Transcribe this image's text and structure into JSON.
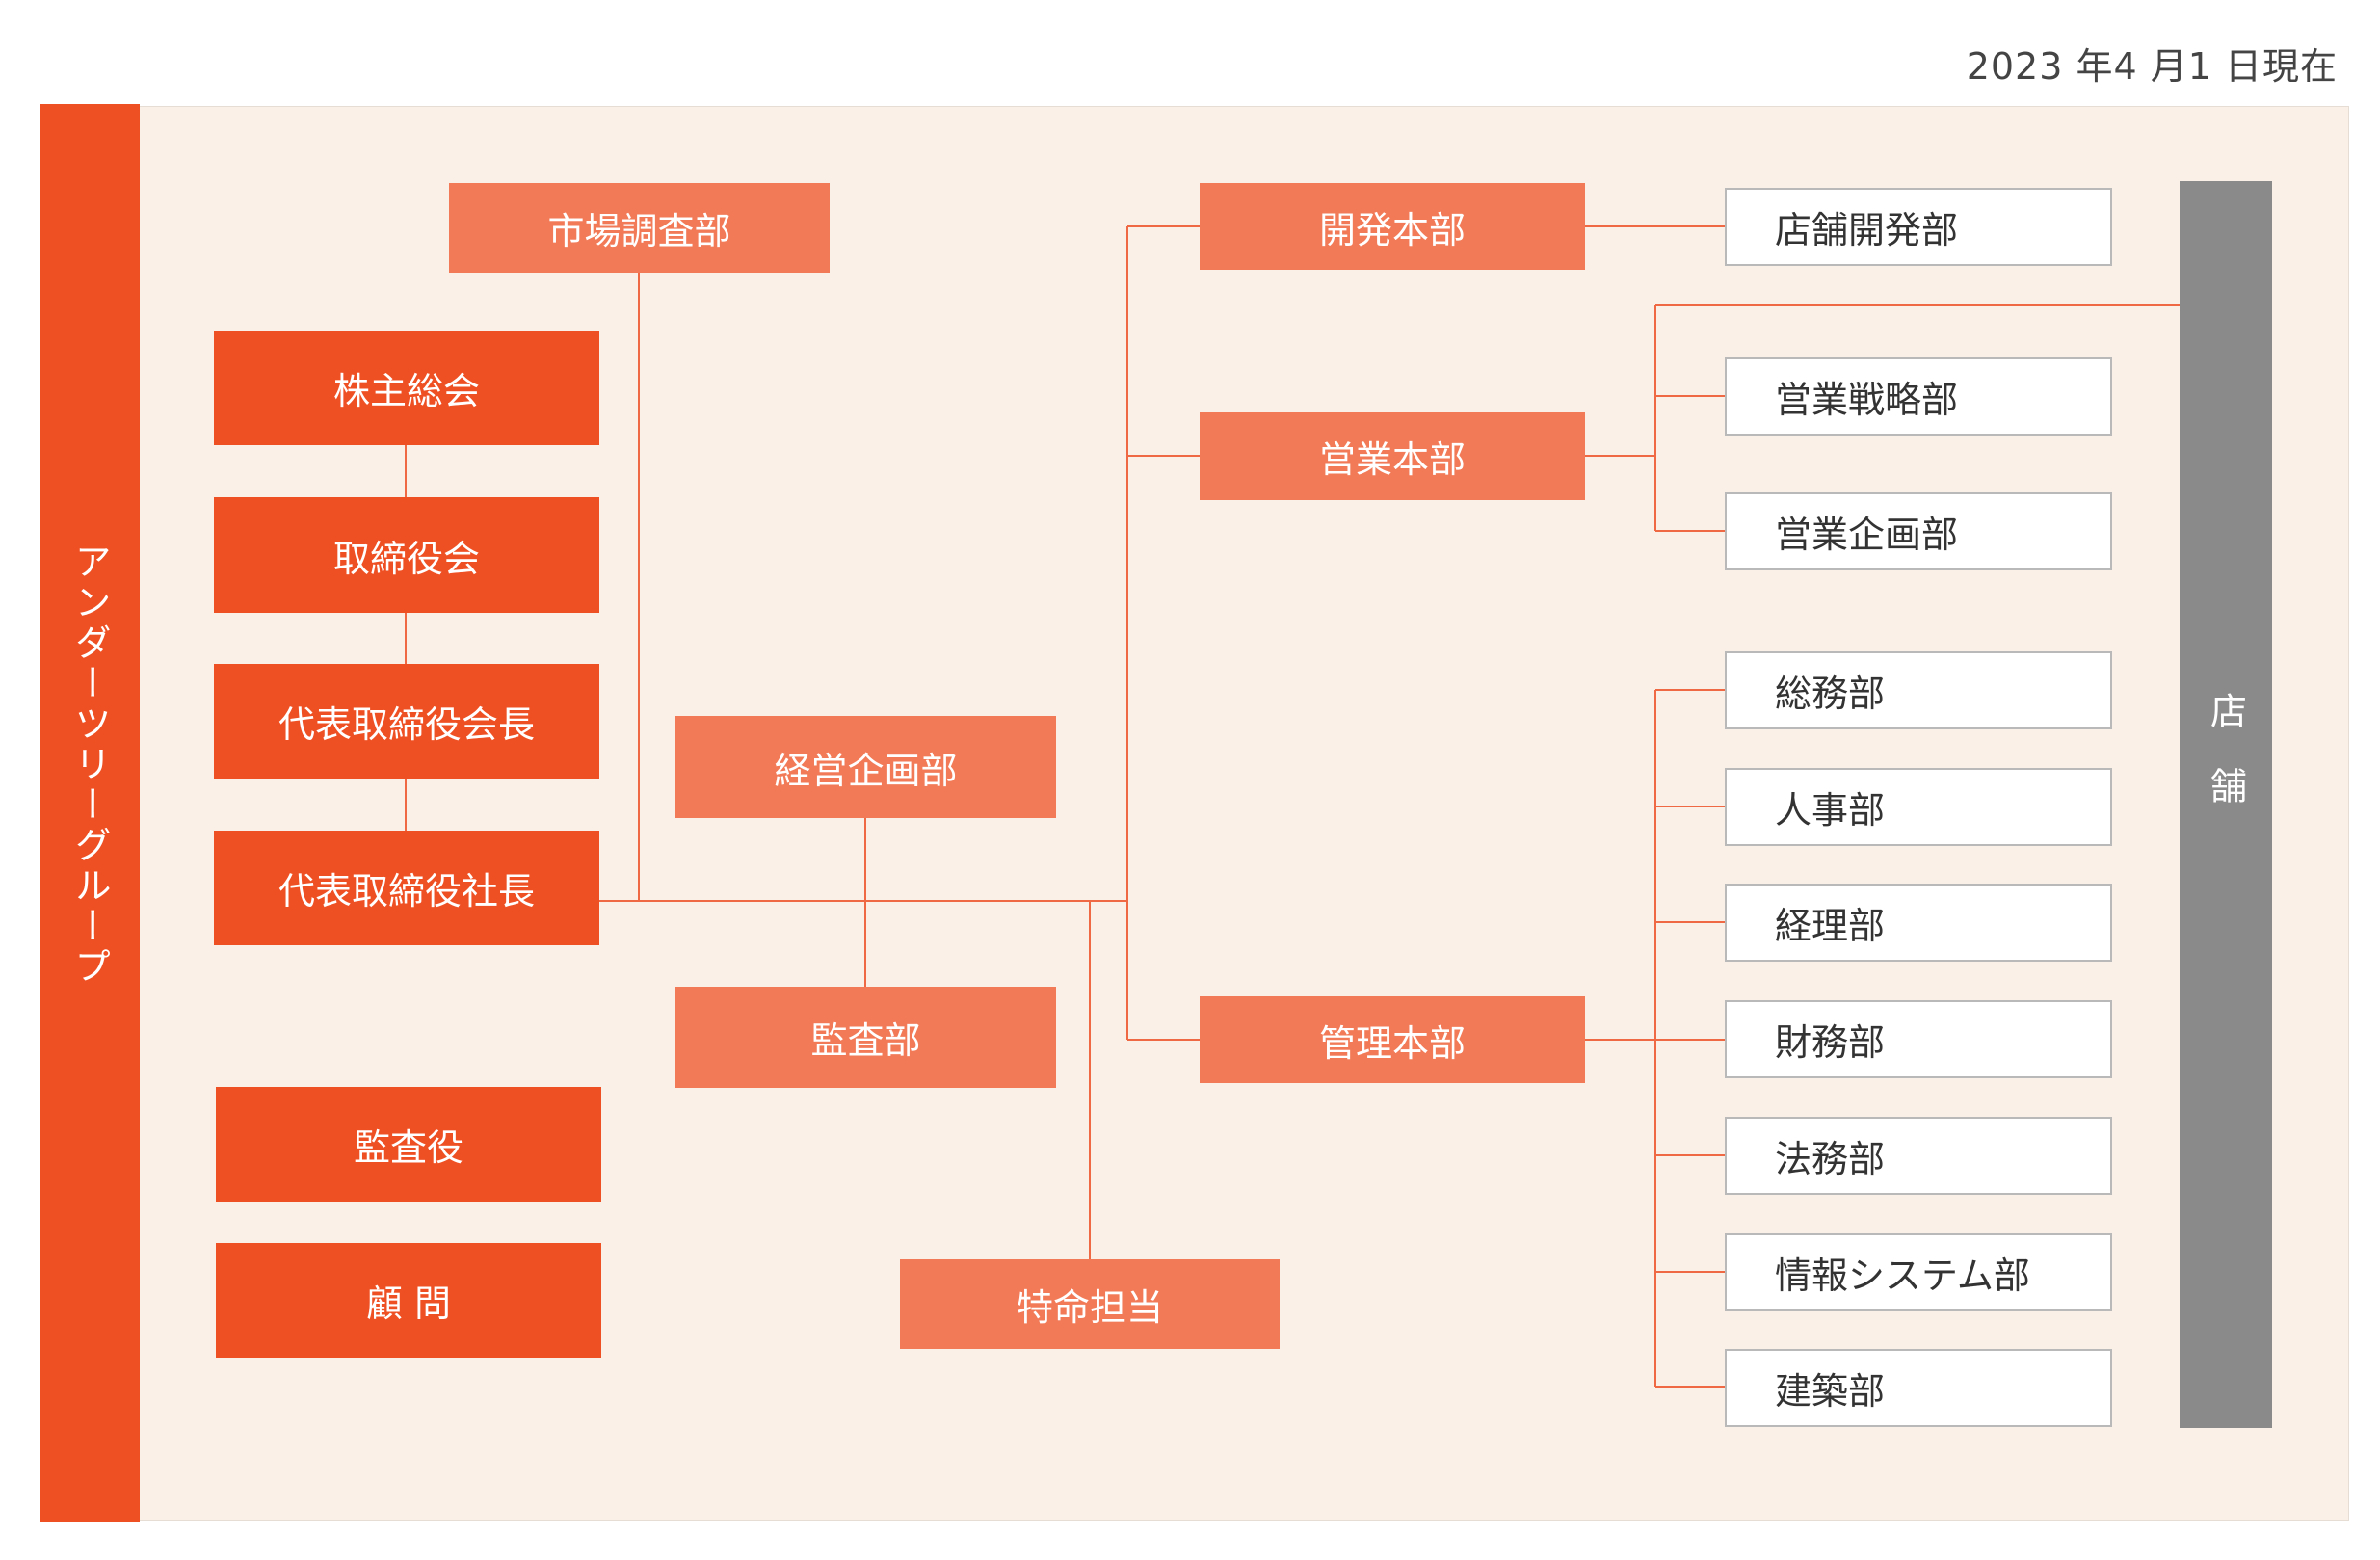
{
  "header": {
    "date_note": "2023 年4 月1 日現在"
  },
  "group": {
    "label": "アンダーツリーグループ"
  },
  "stores": {
    "label": "店舗"
  },
  "governance": {
    "shareholders": "株主総会",
    "board": "取締役会",
    "chairman": "代表取締役会長",
    "president": "代表取締役社長",
    "auditor": "監査役",
    "advisor": "顧 問"
  },
  "staff": {
    "market_research": "市場調査部",
    "corporate_planning": "経営企画部",
    "audit": "監査部",
    "special_assignment": "特命担当"
  },
  "divisions": {
    "development": "開発本部",
    "sales": "営業本部",
    "administration": "管理本部"
  },
  "departments": {
    "store_development": "店舗開発部",
    "sales_strategy": "営業戦略部",
    "sales_planning": "営業企画部",
    "general_affairs": "総務部",
    "human_resources": "人事部",
    "accounting": "経理部",
    "finance": "財務部",
    "legal": "法務部",
    "information_systems": "情報システム部",
    "construction": "建築部"
  },
  "colors": {
    "primary_orange": "#ef5023",
    "light_orange": "#f27a57",
    "panel_background": "#faf0e7",
    "store_gray": "#8a8a8a",
    "connector": "#ef6a44"
  }
}
